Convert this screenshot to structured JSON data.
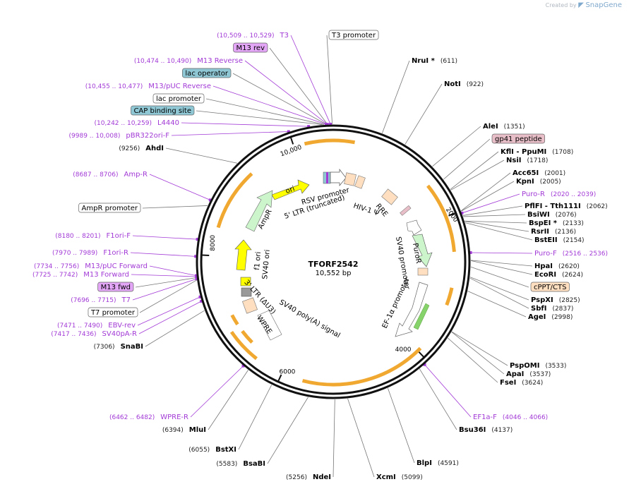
{
  "credit": {
    "prefix": "Created by",
    "brand": "SnapGene"
  },
  "plasmid": {
    "name": "TFORF2542",
    "length": "10,552 bp"
  },
  "ruler": [
    {
      "bp": 10000,
      "label": "10,000"
    },
    {
      "bp": 2000,
      "label": "2000"
    },
    {
      "bp": 4000,
      "label": "4000"
    },
    {
      "bp": 6000,
      "label": "6000"
    },
    {
      "bp": 8000,
      "label": "8000"
    }
  ],
  "enzymes": [
    {
      "name": "NruI *",
      "pos": "(611)",
      "bp": 611
    },
    {
      "name": "NotI",
      "pos": "(922)",
      "bp": 922
    },
    {
      "name": "AleI",
      "pos": "(1351)",
      "bp": 1351
    },
    {
      "name": "KflI  -  PpuMI",
      "pos": "(1708)",
      "bp": 1708
    },
    {
      "name": "NsiI",
      "pos": "(1718)",
      "bp": 1718
    },
    {
      "name": "Acc65I",
      "pos": "(2001)",
      "bp": 2001
    },
    {
      "name": "KpnI",
      "pos": "(2005)",
      "bp": 2005
    },
    {
      "name": "PflFI  -  Tth111I",
      "pos": "(2062)",
      "bp": 2062
    },
    {
      "name": "BsiWI",
      "pos": "(2076)",
      "bp": 2076
    },
    {
      "name": "BspEI *",
      "pos": "(2133)",
      "bp": 2133
    },
    {
      "name": "RsrII",
      "pos": "(2136)",
      "bp": 2136
    },
    {
      "name": "BstEII",
      "pos": "(2154)",
      "bp": 2154
    },
    {
      "name": "HpaI",
      "pos": "(2620)",
      "bp": 2620
    },
    {
      "name": "EcoRI",
      "pos": "(2624)",
      "bp": 2624
    },
    {
      "name": "PspXI",
      "pos": "(2825)",
      "bp": 2825
    },
    {
      "name": "SbfI",
      "pos": "(2837)",
      "bp": 2837
    },
    {
      "name": "AgeI",
      "pos": "(2998)",
      "bp": 2998
    },
    {
      "name": "PspOMI",
      "pos": "(3533)",
      "bp": 3533
    },
    {
      "name": "ApaI",
      "pos": "(3537)",
      "bp": 3537
    },
    {
      "name": "FseI",
      "pos": "(3624)",
      "bp": 3624
    },
    {
      "name": "Bsu36I",
      "pos": "(4137)",
      "bp": 4137
    },
    {
      "name": "BlpI",
      "pos": "(4591)",
      "bp": 4591
    },
    {
      "name": "XcmI",
      "pos": "(5099)",
      "bp": 5099
    },
    {
      "name": "NdeI",
      "pos": "(5256)",
      "bp": 5256
    },
    {
      "name": "BsaBI",
      "pos": "(5583)",
      "bp": 5583
    },
    {
      "name": "BstXI",
      "pos": "(6055)",
      "bp": 6055
    },
    {
      "name": "MluI",
      "pos": "(6394)",
      "bp": 6394
    },
    {
      "name": "SnaBI",
      "pos": "(7306)",
      "bp": 7306
    },
    {
      "name": "AhdI",
      "pos": "(9256)",
      "bp": 9256
    }
  ],
  "primers": [
    {
      "name": "T3",
      "range": "(10,509 .. 10,529)"
    },
    {
      "name": "M13 Reverse",
      "range": "(10,474 .. 10,490)"
    },
    {
      "name": "M13/pUC Reverse",
      "range": "(10,455 .. 10,477)"
    },
    {
      "name": "L4440",
      "range": "(10,242 .. 10,259)"
    },
    {
      "name": "pBR322ori-F",
      "range": "(9989 .. 10,008)"
    },
    {
      "name": "Amp-R",
      "range": "(8687 .. 8706)"
    },
    {
      "name": "F1ori-F",
      "range": "(8180 .. 8201)"
    },
    {
      "name": "F1ori-R",
      "range": "(7970 .. 7989)"
    },
    {
      "name": "M13/pUC Forward",
      "range": "(7734 .. 7756)"
    },
    {
      "name": "M13 Forward",
      "range": "(7725 .. 7742)"
    },
    {
      "name": "T7",
      "range": "(7696 .. 7715)"
    },
    {
      "name": "EBV-rev",
      "range": "(7471 .. 7490)"
    },
    {
      "name": "SV40pA-R",
      "range": "(7417 .. 7436)"
    },
    {
      "name": "WPRE-R",
      "range": "(6462 .. 6482)"
    },
    {
      "name": "Puro-R",
      "range": "(2020 .. 2039)"
    },
    {
      "name": "Puro-F",
      "range": "(2516 .. 2536)"
    },
    {
      "name": "EF1a-F",
      "range": "(4046 .. 4066)"
    }
  ],
  "boxed": [
    {
      "name": "T3 promoter",
      "style": "white"
    },
    {
      "name": "M13 rev",
      "style": "purple"
    },
    {
      "name": "lac operator",
      "style": "teal"
    },
    {
      "name": "lac promoter",
      "style": "white"
    },
    {
      "name": "CAP binding site",
      "style": "teal"
    },
    {
      "name": "AmpR promoter",
      "style": "white"
    },
    {
      "name": "M13 fwd",
      "style": "purple"
    },
    {
      "name": "T7 promoter",
      "style": "white"
    },
    {
      "name": "gp41 peptide",
      "style": "pink"
    },
    {
      "name": "cPPT/CTS",
      "style": "peach"
    }
  ],
  "inner_labels": {
    "ori": "ori",
    "ampr": "AmpR",
    "f1ori": "f1 ori",
    "sv40ori": "SV40 ori",
    "rsv": "RSV promoter",
    "ltr5": "5' LTR (truncated)",
    "hiv": "HIV-1 Ψ",
    "rre": "RRE",
    "puror": "PuroR",
    "sv40prom": "SV40 promoter",
    "ef1a": "EF-1α promoter",
    "sv40polya": "SV40 poly(A) signal",
    "ltr3": "3' LTR (ΔU3)",
    "wpre": "WPRE"
  },
  "colors": {
    "backbone": "#111111",
    "primer": "#a23ad6",
    "orf": "#f0a830",
    "ori_fill": "#ffff00",
    "ampr_fill": "#ccf5cc",
    "feature_peach": "#ffdfc0",
    "teal": "#8fc7d4",
    "purple_box": "#e3a5f5",
    "pink_box": "#e8bfc8",
    "credit_brand": "#7fa9cc"
  }
}
